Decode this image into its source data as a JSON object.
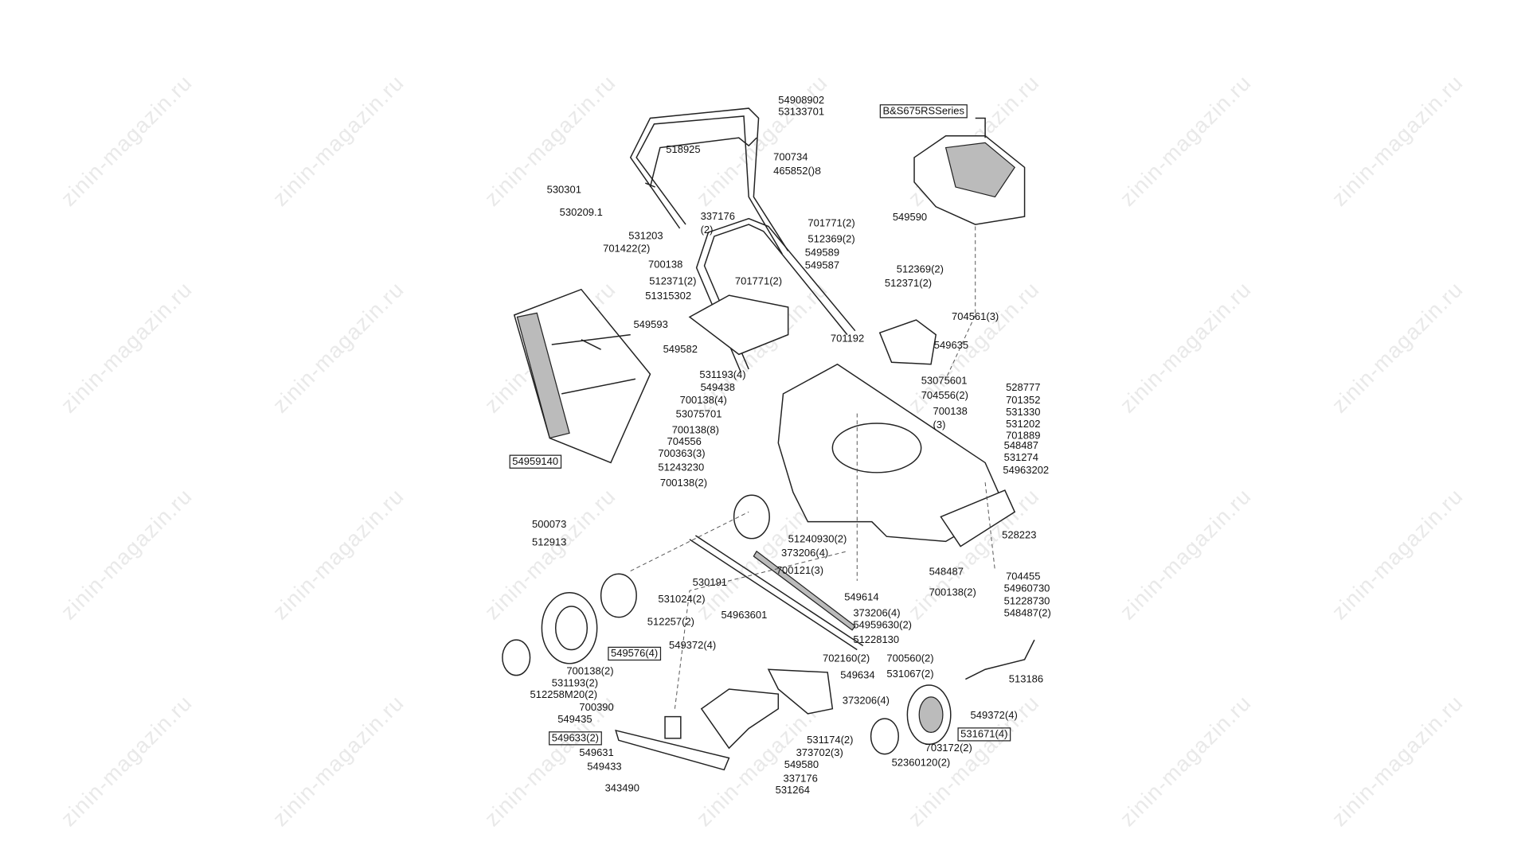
{
  "watermark": "zinin-magazin.ru",
  "engine_label": "B&S675RSSeries",
  "labels": [
    "54908902",
    "53133701",
    "518925",
    "700734",
    "465852()Ȣ",
    "530301",
    "530209.1",
    "337176",
    "(2)",
    "701771(2)",
    "531203",
    "512369(2)",
    "549590",
    "701422(2)",
    "700138",
    "549589",
    "549587",
    "512369(2)",
    "512371(2)",
    "701771(2)",
    "512371(2)",
    "51315302",
    "704561(3)",
    "549593",
    "549582",
    "701192",
    "549635",
    "531193(4)",
    "53075601",
    "549438",
    "704556(2)",
    "528777",
    "701352",
    "700138(4)",
    "700138",
    "(3)",
    "531330",
    "53075701",
    "531202",
    "700138(8)",
    "701889",
    "704556",
    "548487",
    "700363(3)",
    "531274",
    "54959140",
    "51243230",
    "54963202",
    "700138(2)",
    "500073",
    "528223",
    "51240930(2)",
    "512913",
    "373206(4)",
    "700121(3)",
    "548487",
    "704455",
    "530191",
    "54960730",
    "700138(2)",
    "531024(2)",
    "51228730",
    "549614",
    "373206(4)",
    "548487(2)",
    "54963601",
    "54959630(2)",
    "512257(2)",
    "51228130",
    "549372(4)",
    "549576(4)",
    "702160(2)",
    "700560(2)",
    "700138(2)",
    "549634",
    "531067(2)",
    "513186",
    "531193(2)",
    "512258M20(2)",
    "373206(4)",
    "700390",
    "549372(4)",
    "549435",
    "531671(4)",
    "549633(2)",
    "531174(2)",
    "549631",
    "703172(2)",
    "373702(3)",
    "549433",
    "549580",
    "52360120(2)",
    "337176",
    "343490",
    "531264"
  ]
}
